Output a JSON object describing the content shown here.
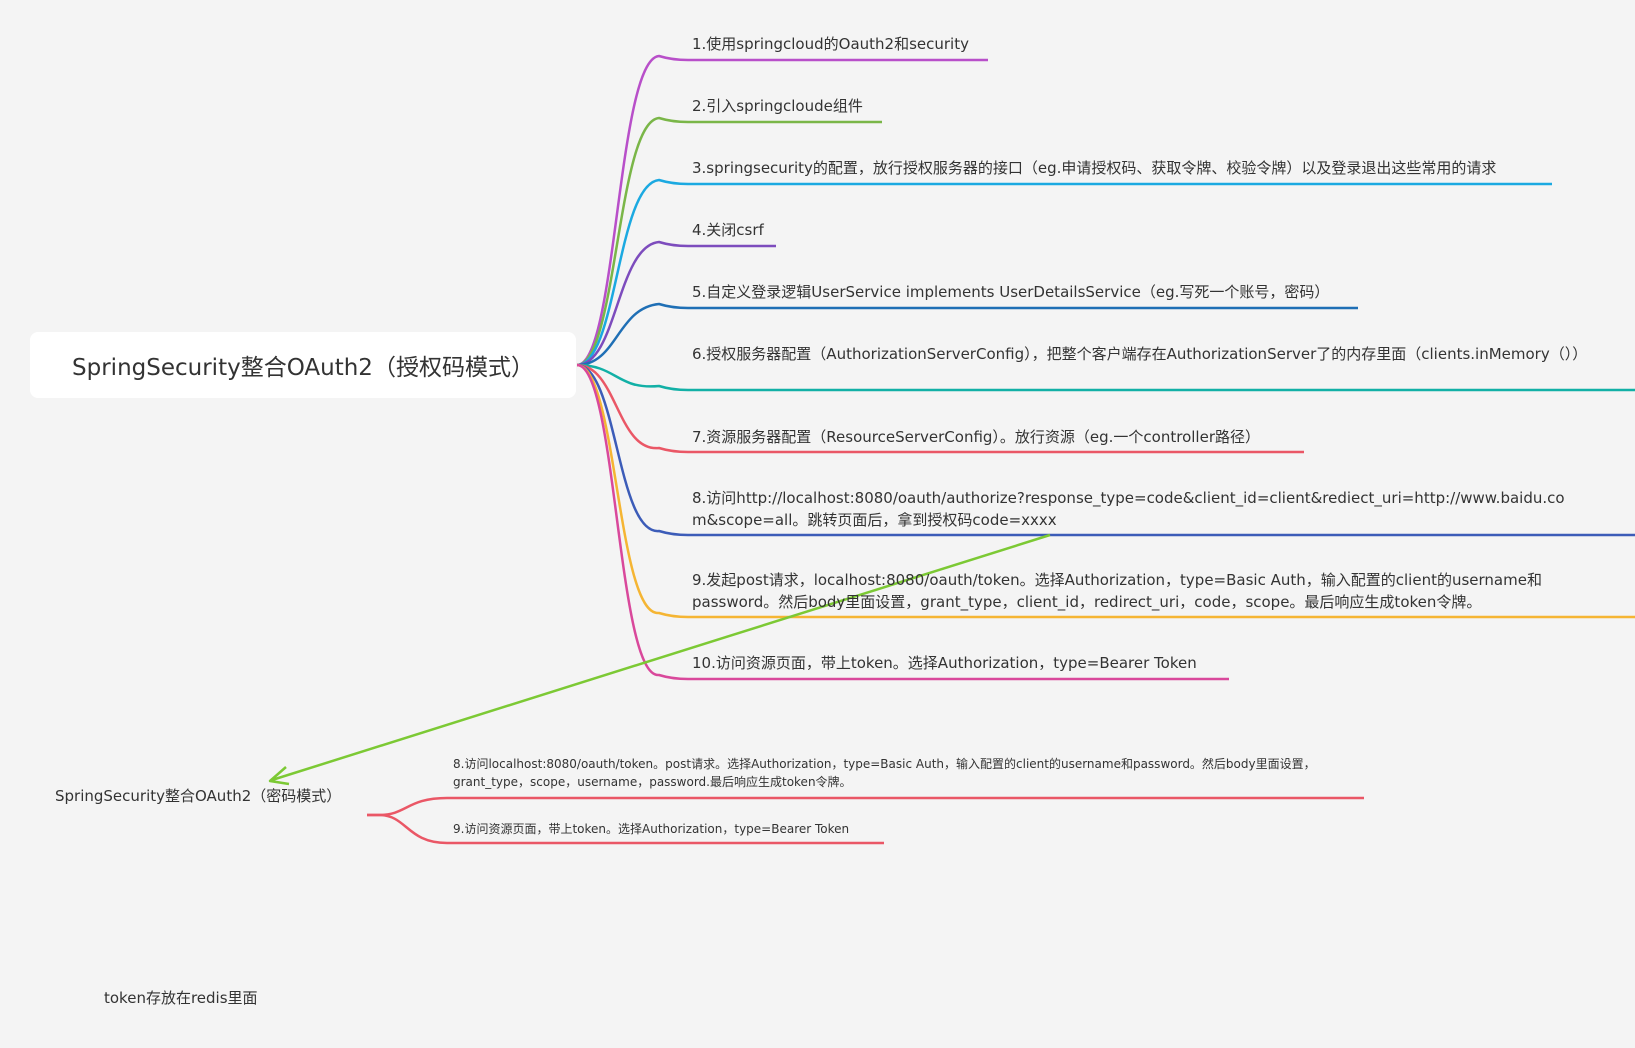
{
  "root": {
    "title": "SpringSecurity整合OAuth2（授权码模式）"
  },
  "branches": [
    {
      "label": "1.使用springcloud的Oauth2和security",
      "color": "#b84fc9"
    },
    {
      "label": "2.引入springcloude组件",
      "color": "#7ab648"
    },
    {
      "label": "3.springsecurity的配置，放行授权服务器的接口（eg.申请授权码、获取令牌、校验令牌）以及登录退出这些常用的请求",
      "color": "#1ba9e1"
    },
    {
      "label": "4.关闭csrf",
      "color": "#7d4cbd"
    },
    {
      "label": "5.自定义登录逻辑UserService implements UserDetailsService（eg.写死一个账号，密码）",
      "color": "#1f6fb5"
    },
    {
      "label": "6.授权服务器配置（AuthorizationServerConfig），把整个客户端存在AuthorizationServer了的内存里面（clients.inMemory（））",
      "color": "#12b0a6"
    },
    {
      "label": "7.资源服务器配置（ResourceServerConfig）。放行资源（eg.一个controller路径）",
      "color": "#ea5766"
    },
    {
      "label": "8.访问http://localhost:8080/oauth/authorize?response_type=code&client_id=client&rediect_uri=http://www.baidu.com&scope=all。跳转页面后，拿到授权码code=xxxx",
      "color": "#3c5cb8"
    },
    {
      "label": "9.发起post请求，localhost:8080/oauth/token。选择Authorization，type=Basic Auth，输入配置的client的username和password。然后body里面设置，grant_type，client_id，redirect_uri，code，scope。最后响应生成token令牌。",
      "color": "#f5b533"
    },
    {
      "label": "10.访问资源页面，带上token。选择Authorization，type=Bearer Token",
      "color": "#d9489b"
    }
  ],
  "second_root": {
    "title": "SpringSecurity整合OAuth2（密码模式）"
  },
  "second_branches": [
    {
      "label": "8.访问localhost:8080/oauth/token。post请求。选择Authorization，type=Basic Auth，输入配置的client的username和password。然后body里面设置，grant_type，scope，username，password.最后响应生成token令牌。",
      "color": "#ea5766"
    },
    {
      "label": "9.访问资源页面，带上token。选择Authorization，type=Bearer Token",
      "color": "#ea5766"
    }
  ],
  "relation_color": "#7cc934",
  "floating_note": "token存放在redis里面"
}
